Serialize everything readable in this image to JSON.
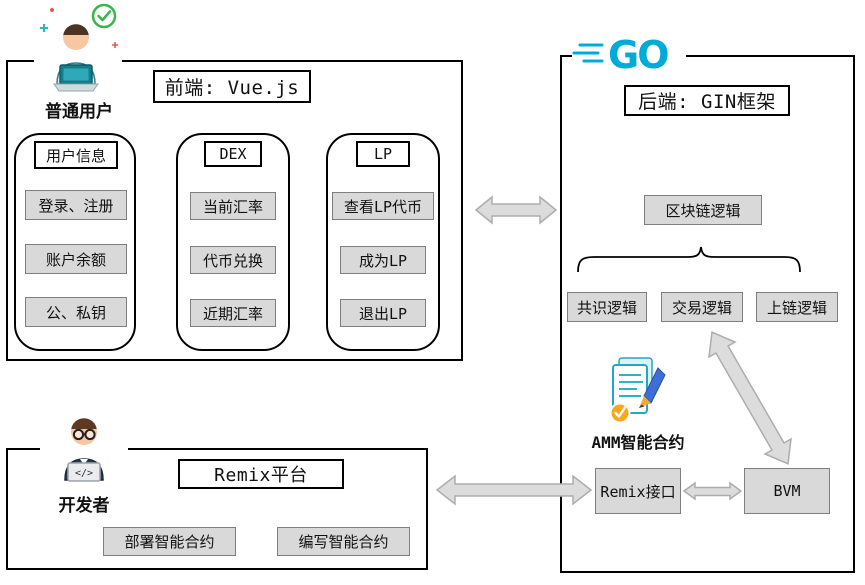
{
  "colors": {
    "accent_cyan": "#00ACD7",
    "panel_gray": "#D9D9D9",
    "gray_border": "#7F7F7F",
    "arrow_fill": "#DCDCDC",
    "arrow_stroke": "#ADADAD",
    "check_green": "#39B54A"
  },
  "frontend": {
    "user_label": "普通用户",
    "title": "前端: Vue.js",
    "panels": [
      {
        "header": "用户信息",
        "items": [
          "登录、注册",
          "账户余额",
          "公、私钥"
        ]
      },
      {
        "header": "DEX",
        "items": [
          "当前汇率",
          "代币兑换",
          "近期汇率"
        ]
      },
      {
        "header": "LP",
        "items": [
          "查看LP代币",
          "成为LP",
          "退出LP"
        ]
      }
    ]
  },
  "backend": {
    "logo_text": "GO",
    "title": "后端: GIN框架",
    "blockchain_logic_label": "区块链逻辑",
    "logic_items": [
      "共识逻辑",
      "交易逻辑",
      "上链逻辑"
    ],
    "amm_label": "AMM智能合约",
    "remix_api_label": "Remix接口",
    "bvm_label": "BVM"
  },
  "developer": {
    "user_label": "开发者",
    "title": "Remix平台",
    "items": [
      "部署智能合约",
      "编写智能合约"
    ]
  },
  "icons": {
    "normal_user": "person-at-laptop-icon",
    "verified_badge": "check-badge-icon",
    "developer": "developer-icon",
    "go_logo": "go-logo",
    "amm_contract": "smart-contract-icon"
  }
}
